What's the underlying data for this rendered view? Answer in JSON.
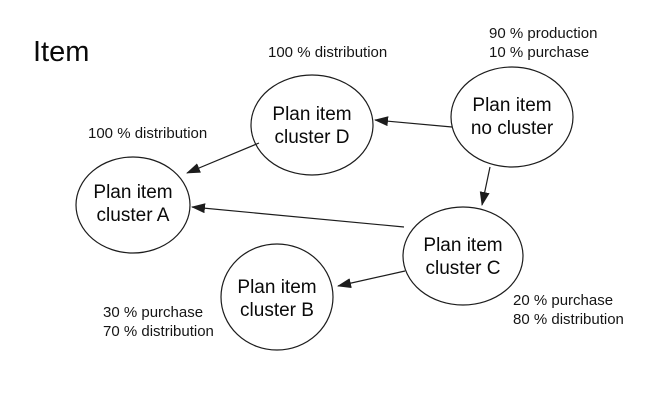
{
  "page": {
    "title": "Item"
  },
  "colors": {
    "background": "#ffffff",
    "node_fill": "#ffffff",
    "stroke": "#1c1c1c",
    "text": "#0a0a0a"
  },
  "diagram": {
    "type": "directed-graph",
    "nodes": [
      {
        "id": "no-cluster",
        "line1": "Plan item",
        "line2": "no cluster"
      },
      {
        "id": "cluster-d",
        "line1": "Plan item",
        "line2": "cluster D"
      },
      {
        "id": "cluster-a",
        "line1": "Plan item",
        "line2": "cluster A"
      },
      {
        "id": "cluster-c",
        "line1": "Plan item",
        "line2": "cluster C"
      },
      {
        "id": "cluster-b",
        "line1": "Plan item",
        "line2": "cluster B"
      }
    ],
    "annotations": [
      {
        "id": "cluster-d-mix",
        "for": "cluster-d",
        "lines": [
          "100 % distribution"
        ]
      },
      {
        "id": "no-cluster-mix",
        "for": "no-cluster",
        "lines": [
          "90 % production",
          "10 % purchase"
        ]
      },
      {
        "id": "cluster-a-mix",
        "for": "cluster-a",
        "lines": [
          "100 % distribution"
        ]
      },
      {
        "id": "cluster-b-mix",
        "for": "cluster-b",
        "lines": [
          "30 % purchase",
          "70 % distribution"
        ]
      },
      {
        "id": "cluster-c-mix",
        "for": "cluster-c",
        "lines": [
          "20 % purchase",
          "80 % distribution"
        ]
      }
    ],
    "edges": [
      {
        "from": "no-cluster",
        "to": "cluster-d"
      },
      {
        "from": "no-cluster",
        "to": "cluster-c"
      },
      {
        "from": "cluster-d",
        "to": "cluster-a"
      },
      {
        "from": "cluster-c",
        "to": "cluster-a"
      },
      {
        "from": "cluster-c",
        "to": "cluster-b"
      }
    ]
  }
}
